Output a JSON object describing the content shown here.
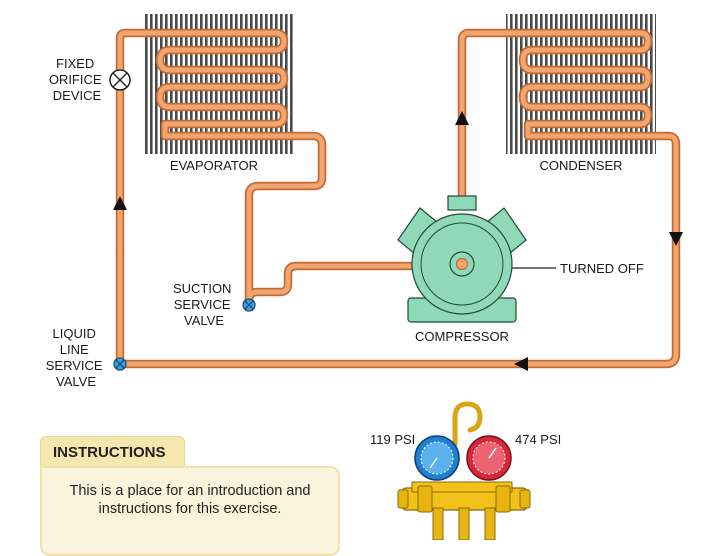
{
  "labels": {
    "fixed_orifice": [
      "FIXED",
      "ORIFICE",
      "DEVICE"
    ],
    "evaporator": "EVAPORATOR",
    "condenser": "CONDENSER",
    "turned_off": "TURNED OFF",
    "suction_valve": [
      "SUCTION",
      "SERVICE",
      "VALVE"
    ],
    "liquid_valve": [
      "LIQUID",
      "LINE",
      "SERVICE",
      "VALVE"
    ],
    "compressor": "COMPRESSOR"
  },
  "gauges": {
    "low_reading": "119 PSI",
    "high_reading": "474 PSI"
  },
  "instructions": {
    "title": "INSTRUCTIONS",
    "body": "This is a place for an introduction and instructions for this exercise."
  },
  "colors": {
    "tubing": "#f2a56e",
    "tubing_outline": "#c06a36",
    "compressor": "#8fd9b8",
    "low_gauge": "#1f7fd0",
    "high_gauge": "#d8273b",
    "manifold": "#f2c21b",
    "instructions_tab": "#f5e7ad"
  }
}
